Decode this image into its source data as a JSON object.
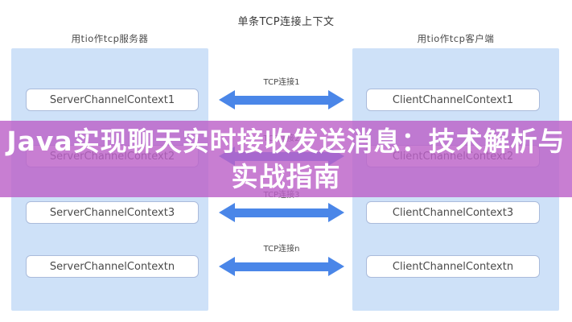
{
  "title": "单条TCP连接上下文",
  "left_panel": {
    "header": "用tio作tcp服务器"
  },
  "right_panel": {
    "header": "用tio作tcp客户端"
  },
  "rows": [
    {
      "server": "ServerChannelContext1",
      "client": "ClientChannelContext1",
      "connection": "TCP连接1"
    },
    {
      "server": "ServerChannelContext2",
      "client": "ClientChannelContext2",
      "connection": "TCP连接2"
    },
    {
      "server": "ServerChannelContext3",
      "client": "ClientChannelContext3",
      "connection": "TCP连接3"
    },
    {
      "server": "ServerChannelContextn",
      "client": "ClientChannelContextn",
      "connection": "TCP连接n"
    }
  ],
  "banner": {
    "line1": "Java实现聊天实时接收发送消息：技术解析与",
    "line2": "实战指南"
  },
  "colors": {
    "panel": "#cee1f8",
    "box_border": "#aabbdb",
    "arrow": "#4a86e8",
    "banner_overlay": "rgba(188,97,200,0.82)",
    "banner_text": "#ffffff"
  }
}
